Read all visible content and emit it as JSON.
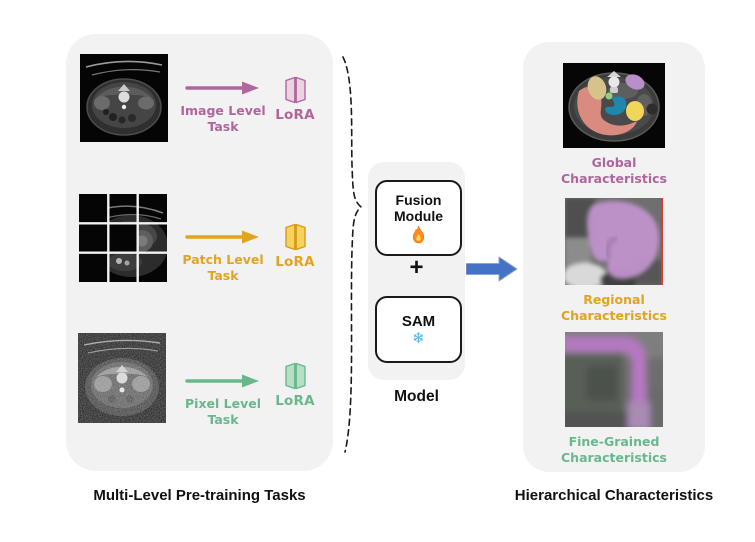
{
  "captions": {
    "left": "Multi-Level Pre-training Tasks",
    "right": "Hierarchical Characteristics",
    "model": "Model"
  },
  "tasks": [
    {
      "line1": "Image Level",
      "line2": "Task",
      "lora": "LoRA",
      "color": "#b0659c",
      "image": "abdominal-ct-scan"
    },
    {
      "line1": "Patch Level",
      "line2": "Task",
      "lora": "LoRA",
      "color": "#e2a420",
      "image": "masked-patch-ct-scan"
    },
    {
      "line1": "Pixel Level",
      "line2": "Task",
      "lora": "LoRA",
      "color": "#68b88c",
      "image": "noisy-ct-scan"
    }
  ],
  "model": {
    "fusion_line1": "Fusion",
    "fusion_line2": "Module",
    "fusion_icon": "flame-icon",
    "plus": "+",
    "sam": "SAM",
    "sam_icon": "snowflake-icon",
    "snowflake_char": "❄"
  },
  "characteristics": [
    {
      "line1": "Global",
      "line2": "Characteristics",
      "color": "#b0659c",
      "image": "segmented-ct-scan"
    },
    {
      "line1": "Regional",
      "line2": "Characteristics",
      "color": "#e2a420",
      "image": "organ-region-crop"
    },
    {
      "line1": "Fine-Grained",
      "line2": "Characteristics",
      "color": "#68b88c",
      "image": "pixel-zoom-crop"
    }
  ],
  "colors": {
    "panel_bg": "#f2f2f3",
    "pink": "#b0659c",
    "yellow": "#e2a420",
    "green": "#68b88c",
    "arrow_blue": "#4472c4",
    "snowflake_blue": "#45b8ec",
    "flame_orange": "#ff8a1e",
    "region_border_red": "#e03a2f"
  }
}
